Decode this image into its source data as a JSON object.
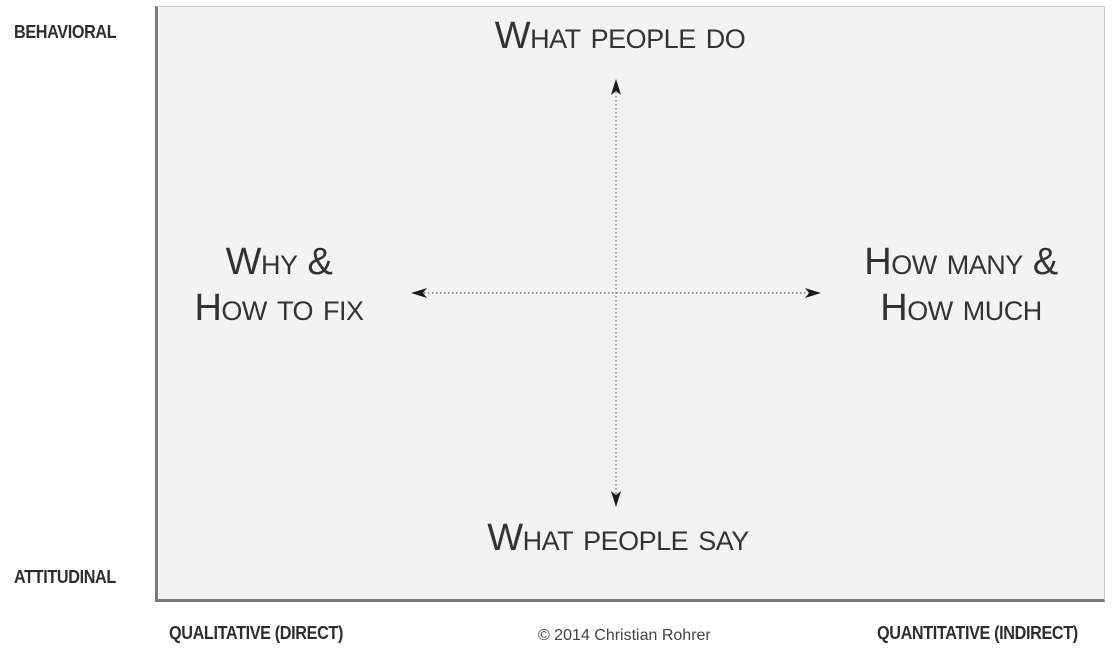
{
  "axes": {
    "top_left": "BEHAVIORAL",
    "bottom_left": "ATTITUDINAL",
    "bottom_left_x": "QUALITATIVE (DIRECT)",
    "bottom_right_x": "QUANTITATIVE (INDIRECT)"
  },
  "quadrant_labels": {
    "top": "What people do",
    "bottom": "What people say",
    "left_line1": "Why &",
    "left_line2": "How to fix",
    "right_line1": "How many &",
    "right_line2": "How much"
  },
  "footer": {
    "copyright": "© 2014 Christian Rohrer"
  },
  "colors": {
    "panel_background": "#f3f3f3",
    "panel_axis_border": "#7a7a7a",
    "text": "#333333"
  },
  "icons": {
    "arrow_up": "arrow-up-icon",
    "arrow_down": "arrow-down-icon",
    "arrow_left": "arrow-left-icon",
    "arrow_right": "arrow-right-icon"
  }
}
